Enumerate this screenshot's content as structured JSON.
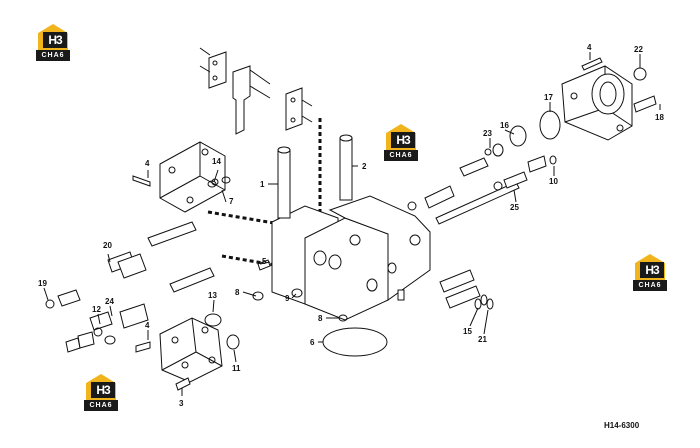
{
  "drawing_code": "H14-6300",
  "logo": {
    "mark": "H3",
    "word": "CHA6"
  },
  "callouts": {
    "c1": "1",
    "c2": "2",
    "c3": "3",
    "c4a": "4",
    "c4b": "4",
    "c4c": "4",
    "c5": "5",
    "c6": "6",
    "c7": "7",
    "c8a": "8",
    "c8b": "8",
    "c9": "9",
    "c10": "10",
    "c11": "11",
    "c12": "12",
    "c13": "13",
    "c14": "14",
    "c15": "15",
    "c16": "16",
    "c17": "17",
    "c18": "18",
    "c19": "19",
    "c20": "20",
    "c21": "21",
    "c22": "22",
    "c23": "23",
    "c24": "24",
    "c25": "25"
  },
  "colors": {
    "logo_yellow": "#f2b41d",
    "logo_dark": "#1a1a1a",
    "line": "#111111"
  }
}
